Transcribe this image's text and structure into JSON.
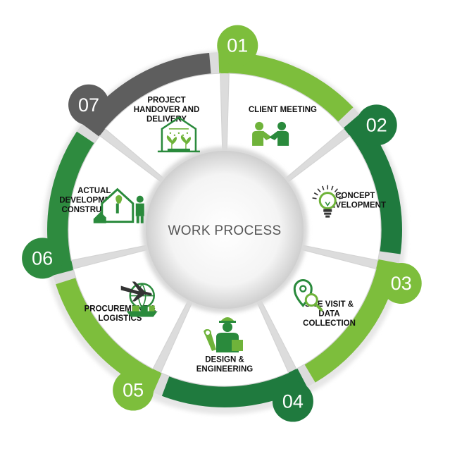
{
  "diagram": {
    "center_title": "WORK PROCESS",
    "colors": {
      "green_light": "#7dbe3c",
      "green_dark": "#1f7a3e",
      "green_mid": "#2e8b3f",
      "grey": "#5e5e5e",
      "icon_green": "#2a8a3c",
      "icon_light": "#6fb33a"
    },
    "steps": [
      {
        "number": "01",
        "label_lines": [
          "CLIENT MEETING"
        ],
        "icon": "handshake-icon",
        "color": "#7dbe3c"
      },
      {
        "number": "02",
        "label_lines": [
          "CONCEPT",
          "DEVELOPMENT"
        ],
        "icon": "lightbulb-icon",
        "color": "#1f7a3e"
      },
      {
        "number": "03",
        "label_lines": [
          "SITE VISIT &",
          "DATA",
          "COLLECTION"
        ],
        "icon": "location-search-icon",
        "color": "#7dbe3c"
      },
      {
        "number": "04",
        "label_lines": [
          "DESIGN &",
          "ENGINEERING"
        ],
        "icon": "engineer-icon",
        "color": "#1f7a3e"
      },
      {
        "number": "05",
        "label_lines": [
          "PROCUREMENT &",
          "LOGISTICS"
        ],
        "icon": "logistics-icon",
        "color": "#7dbe3c"
      },
      {
        "number": "06",
        "label_lines": [
          "ACTUAL",
          "DEVELOPMENT &",
          "CONSTRUCTION"
        ],
        "icon": "construction-icon",
        "color": "#2e8b3f"
      },
      {
        "number": "07",
        "label_lines": [
          "PROJECT",
          "HANDOVER AND",
          "DELIVERY"
        ],
        "icon": "greenhouse-icon",
        "color": "#5e5e5e"
      }
    ]
  }
}
